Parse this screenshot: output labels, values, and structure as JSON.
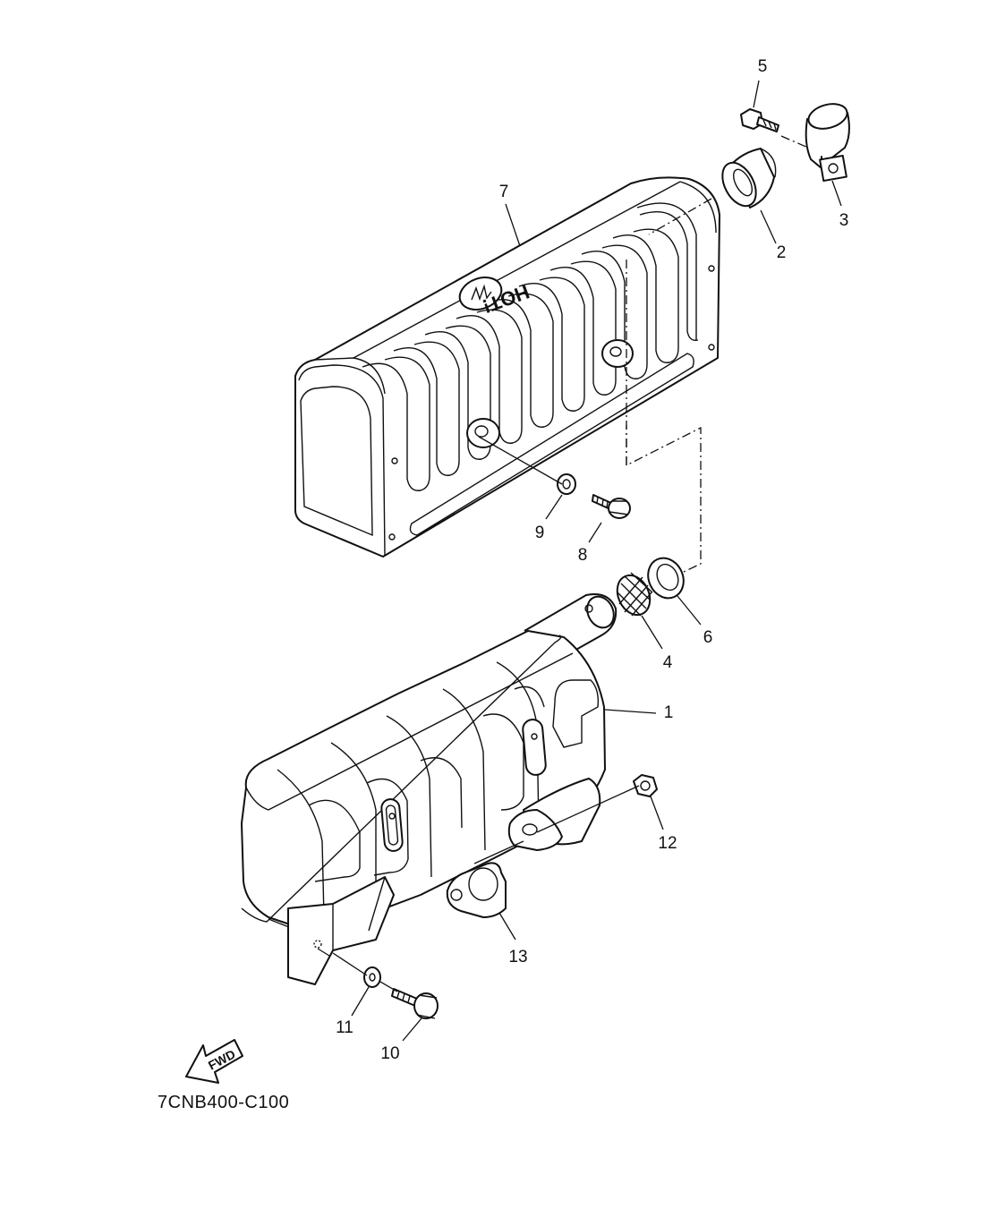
{
  "diagram": {
    "code": "7CNB400-C100",
    "fwd_label": "FWD",
    "hot_label": "HOT!",
    "callouts": [
      {
        "id": "1",
        "label": "1"
      },
      {
        "id": "2",
        "label": "2"
      },
      {
        "id": "3",
        "label": "3"
      },
      {
        "id": "4",
        "label": "4"
      },
      {
        "id": "5",
        "label": "5"
      },
      {
        "id": "6",
        "label": "6"
      },
      {
        "id": "7",
        "label": "7"
      },
      {
        "id": "8",
        "label": "8"
      },
      {
        "id": "9",
        "label": "9"
      },
      {
        "id": "10",
        "label": "10"
      },
      {
        "id": "11",
        "label": "11"
      },
      {
        "id": "12",
        "label": "12"
      },
      {
        "id": "13",
        "label": "13"
      }
    ]
  }
}
